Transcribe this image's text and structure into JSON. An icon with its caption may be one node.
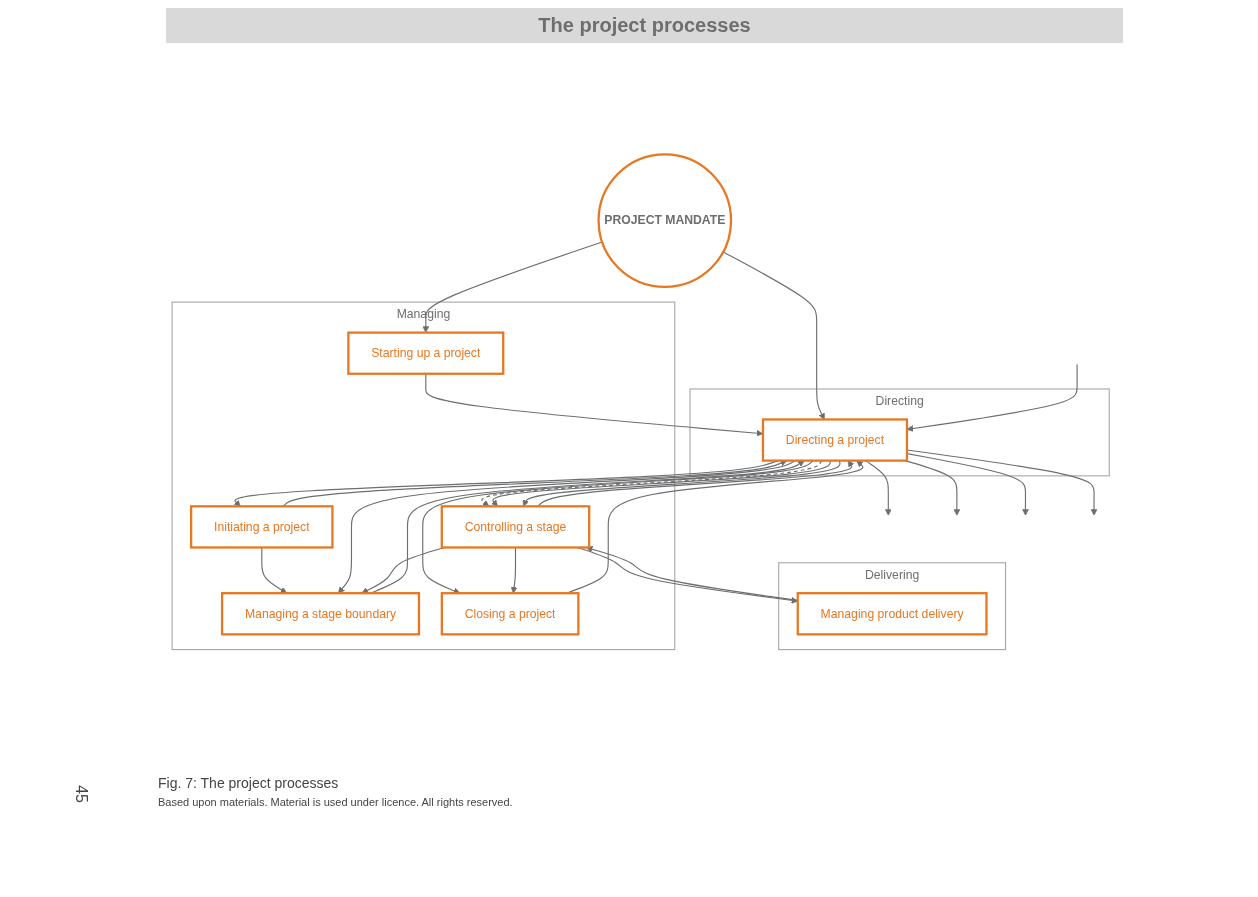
{
  "diagram": {
    "title": "The project processes",
    "caption": "Fig. 7: The project processes",
    "nodes": [
      {
        "text": [
          "PROJECT MANDATE"
        ]
      },
      {
        "text": [
          "Directing"
        ]
      },
      {
        "text": [
          "Directing a project"
        ],
        "in": 1
      },
      {
        "text": [
          "Managing"
        ]
      },
      {
        "text": [
          "Starting up a project"
        ],
        "in": 3
      },
      {
        "text": [
          "Initiating a project"
        ],
        "in": 3
      },
      {
        "text": [
          "Managing a stage boundary"
        ],
        "in": 3
      },
      {
        "text": [
          "Closing a project"
        ],
        "in": 3
      },
      {
        "text": [
          "Controlling a stage"
        ],
        "in": 3
      },
      {
        "text": [
          "Delivering"
        ]
      },
      {
        "text": [
          "Managing product delivery"
        ],
        "in": 9
      }
    ],
    "edges": [
      {
        "from": 0,
        "to": 4,
        "arrow": "to"
      },
      {
        "from": 0,
        "to": 2,
        "arrow": "to"
      },
      {
        "from": 2,
        "to": null,
        "arrow": "to"
      },
      {
        "from": 2,
        "to": null,
        "arrow": "to"
      },
      {
        "from": 2,
        "to": null,
        "arrow": "to"
      },
      {
        "from": null,
        "to": 2,
        "arrow": "to"
      },
      {
        "from": 2,
        "to": null,
        "arrow": "to"
      },
      {
        "from": 4,
        "to": 2,
        "arrow": "to"
      },
      {
        "from": 2,
        "to": 5,
        "arrow": "to"
      },
      {
        "from": 2,
        "to": 8,
        "arrow": "to",
        "style": "dashed"
      },
      {
        "from": 5,
        "to": 2,
        "arrow": "to"
      },
      {
        "from": 5,
        "to": 6,
        "arrow": "to"
      },
      {
        "from": 2,
        "to": 8,
        "arrow": "to"
      },
      {
        "from": 2,
        "to": 6,
        "arrow": "to"
      },
      {
        "from": 6,
        "to": 2,
        "arrow": "to"
      },
      {
        "from": 2,
        "to": 8,
        "arrow": "to"
      },
      {
        "from": 8,
        "to": 2,
        "arrow": "to"
      },
      {
        "from": 2,
        "to": 7,
        "arrow": "to"
      },
      {
        "from": 7,
        "to": 2,
        "arrow": "to"
      },
      {
        "from": 8,
        "to": 6,
        "arrow": "to"
      },
      {
        "from": 8,
        "to": 7,
        "arrow": "to"
      },
      {
        "from": 8,
        "to": 10,
        "arrow": "to"
      },
      {
        "from": 10,
        "to": 8,
        "arrow": "to"
      }
    ],
    "labels": [
      "Based upon materials. Material is used under licence. All rights reserved.",
      "45"
    ]
  }
}
